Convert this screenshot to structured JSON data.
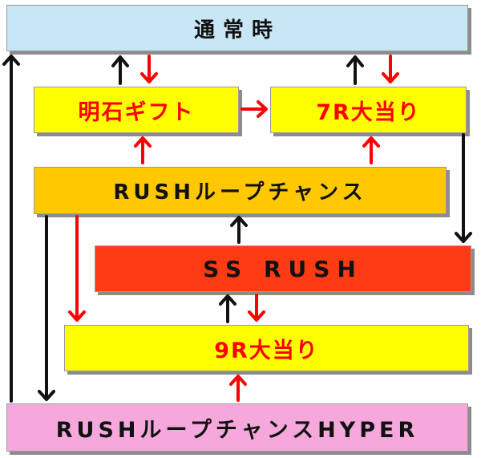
{
  "boxes": {
    "normal": "通常時",
    "akashi_gift": "明石ギフト",
    "r7_jackpot": "7R大当り",
    "rush_loop_chance": "RUSHループチャンス",
    "ss_rush": "SS RUSH",
    "r9_jackpot": "9R大当り",
    "rush_loop_hyper": "RUSHループチャンスHYPER"
  },
  "colors": {
    "normal_bg": "#c9e6f5",
    "gift_bg": "#ffff00",
    "loop_bg": "#ffc800",
    "ss_rush_bg": "#ff3b14",
    "hyper_bg": "#f6a8dc",
    "red_arrow": "#ff0000",
    "black_arrow": "#111111"
  }
}
